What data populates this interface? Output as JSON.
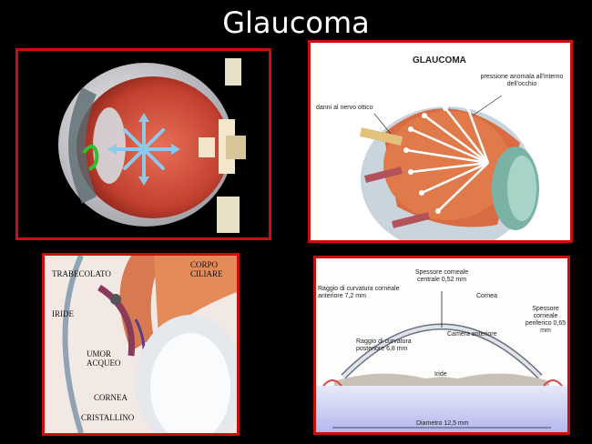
{
  "slide": {
    "title": "Glaucoma"
  },
  "panel2": {
    "heading": "GLAUCOMA",
    "pressure_label": "pressione anomala all'interno dell'occhio",
    "nerve_label": "danni al nervo ottico"
  },
  "panel3": {
    "trabecolato": "TRABECOLATO",
    "corpo_ciliare": "CORPO CILIARE",
    "iride": "IRIDE",
    "umor_acqueo": "UMOR ACQUEO",
    "cornea": "CORNEA",
    "cristallino": "CRISTALLINO"
  },
  "panel4": {
    "spessore_centrale": "Spessore corneale centrale 0,52 mm",
    "raggio_anteriore": "Raggio di curvatura corneale anteriore 7,2 mm",
    "cornea": "Cornea",
    "spessore_periferico": "Spessore corneale periferico 0,65 mm",
    "camera_anteriore": "Camera anteriore",
    "raggio_posteriore": "Raggio di curvatura posteriore 6,8 mm",
    "iride": "Iride",
    "diametro": "Diametro 12,5 mm"
  }
}
